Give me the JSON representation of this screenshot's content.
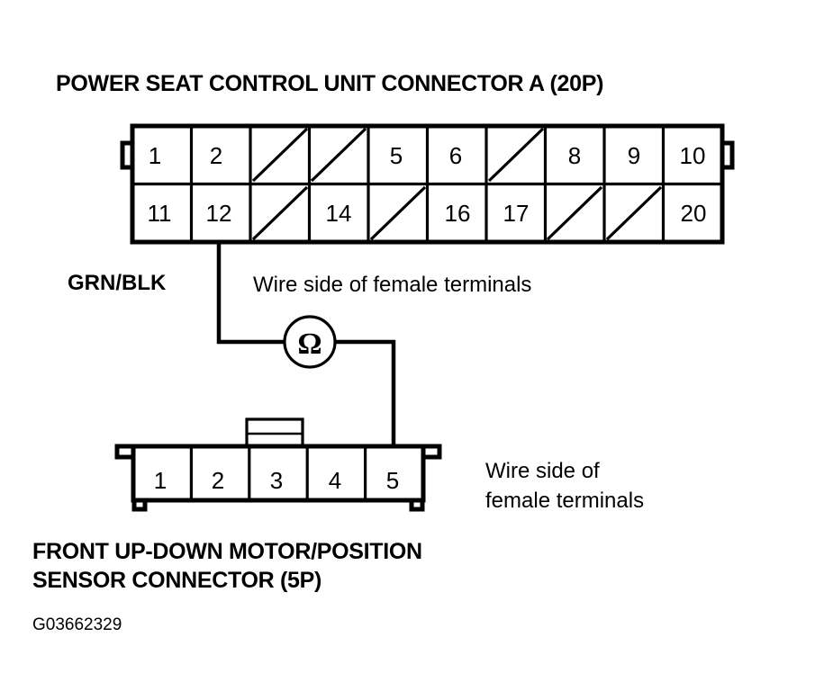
{
  "document": {
    "title_top": "POWER SEAT CONTROL UNIT CONNECTOR A (20P)",
    "title_bottom_line1": "FRONT UP-DOWN MOTOR/POSITION",
    "title_bottom_line2": "SENSOR CONNECTOR (5P)",
    "reference_code": "G03662329"
  },
  "connector_a": {
    "name": "POWER SEAT CONTROL UNIT CONNECTOR A (20P)",
    "pin_count": "20P",
    "note": "Wire side of female terminals",
    "top_row": [
      {
        "label": "1",
        "empty": false
      },
      {
        "label": "2",
        "empty": false
      },
      {
        "label": "",
        "empty": true
      },
      {
        "label": "",
        "empty": true
      },
      {
        "label": "5",
        "empty": false
      },
      {
        "label": "6",
        "empty": false
      },
      {
        "label": "",
        "empty": true
      },
      {
        "label": "8",
        "empty": false
      },
      {
        "label": "9",
        "empty": false
      },
      {
        "label": "10",
        "empty": false
      }
    ],
    "bottom_row": [
      {
        "label": "11",
        "empty": false
      },
      {
        "label": "12",
        "empty": false
      },
      {
        "label": "",
        "empty": true
      },
      {
        "label": "14",
        "empty": false
      },
      {
        "label": "",
        "empty": true
      },
      {
        "label": "16",
        "empty": false
      },
      {
        "label": "17",
        "empty": false
      },
      {
        "label": "",
        "empty": true
      },
      {
        "label": "",
        "empty": true
      },
      {
        "label": "20",
        "empty": false
      }
    ]
  },
  "wire": {
    "color_code": "GRN/BLK",
    "from_pin": "12",
    "to_pin": "5"
  },
  "meter": {
    "type": "ohmmeter",
    "symbol": "Ω"
  },
  "connector_b": {
    "name": "FRONT UP-DOWN MOTOR/POSITION SENSOR CONNECTOR (5P)",
    "pin_count": "5P",
    "note_line1": "Wire side of",
    "note_line2": "female terminals",
    "pins": [
      {
        "label": "1"
      },
      {
        "label": "2"
      },
      {
        "label": "3"
      },
      {
        "label": "4"
      },
      {
        "label": "5"
      }
    ]
  },
  "colors": {
    "ink": "#000000",
    "paper": "#ffffff"
  }
}
